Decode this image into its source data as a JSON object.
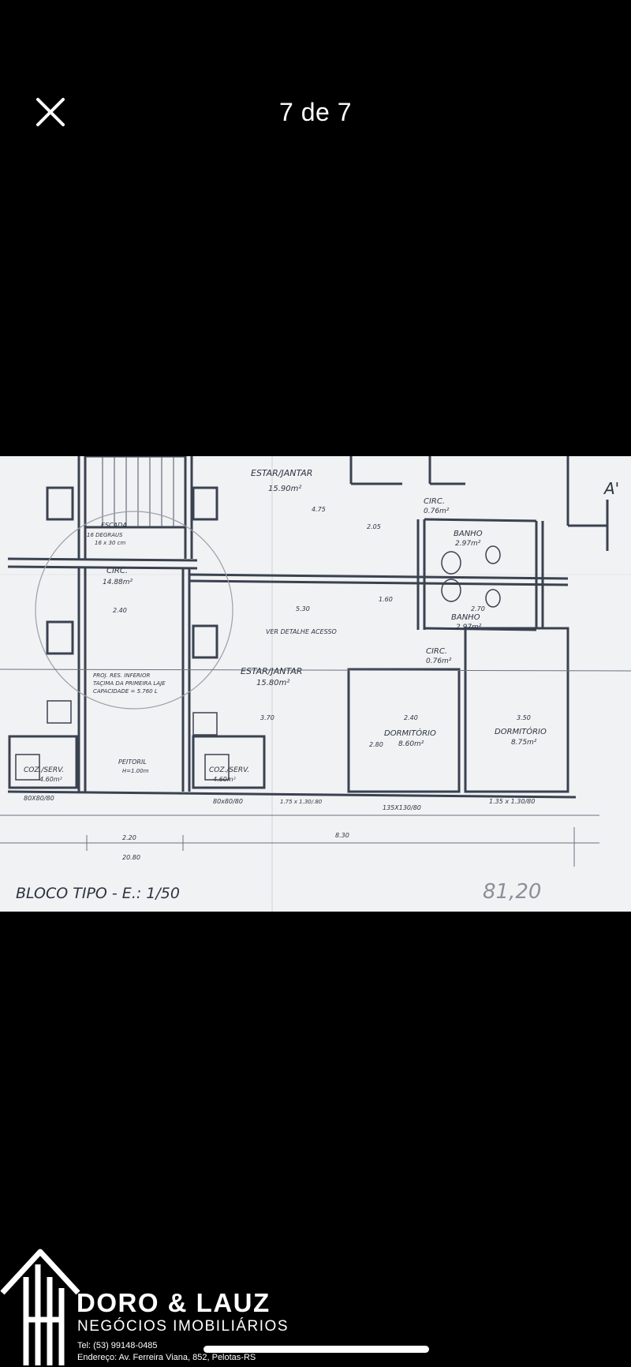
{
  "viewer": {
    "counter": "7 de 7",
    "close_icon": "close-icon"
  },
  "plan": {
    "title": "BLOCO TIPO - E.: 1/50",
    "handwritten_area": "81,20",
    "section_marker": "A'",
    "rooms": {
      "estar_top": "ESTAR/JANTAR",
      "estar_top_area": "15.90m²",
      "circ_left": "CIRC.",
      "circ_left_area": "14.88m²",
      "escada": "ESCADA",
      "escada_detail": "16 DEGRAUS",
      "escada_dim": "16 x 30 cm",
      "circ_right_top": "CIRC.",
      "circ_right_top_area": "0.76m²",
      "banho_top": "BANHO",
      "banho_top_area": "2.97m²",
      "banho_bottom": "BANHO",
      "banho_bottom_area": "2.97m²",
      "circ_right_bottom": "CIRC.",
      "circ_right_bottom_area": "0.76m²",
      "estar_bottom": "ESTAR/JANTAR",
      "estar_bottom_area": "15.80m²",
      "detalhe": "VER DETALHE ACESSO",
      "proj_res": "PROJ. RES. INFERIOR",
      "tacima": "TAÇIMA DA PRIMEIRA LAJE",
      "capacidade": "CAPACIDADE = 5.760 L",
      "peitoril": "PEITORIL",
      "peitoril_h": "H=1.00m",
      "coz_left": "COZ./SERV.",
      "coz_left_area": "4.60m²",
      "coz_right": "COZ./SERV.",
      "coz_right_area": "4.60m²",
      "dorm_left": "DORMITÓRIO",
      "dorm_left_area": "8.60m²",
      "dorm_right": "DORMITÓRIO",
      "dorm_right_area": "8.75m²"
    },
    "dims": {
      "d1": "80X80/80",
      "d2": "80x80/80",
      "d3": "1.75 x 1.30/.80",
      "d4": "135X130/80",
      "d5": "1.35 x 1.30/80",
      "d6": "2.20",
      "d7": "20.80",
      "d8": "8.30",
      "d9": "2.40",
      "d10": "5.30",
      "d11": "3.70",
      "d12": "2.40",
      "d13": "3.50",
      "d14": "4.75",
      "d15": "2.05",
      "d16": "1.60",
      "d17": "2.70",
      "d18": "2.80"
    }
  },
  "brand": {
    "name": "DORO & LAUZ",
    "subtitle": "NEGÓCIOS IMOBILIÁRIOS",
    "tel": "Tel: (53) 99148-0485",
    "address": "Endereço: Av. Ferreira Viana, 852, Pelotas-RS"
  }
}
